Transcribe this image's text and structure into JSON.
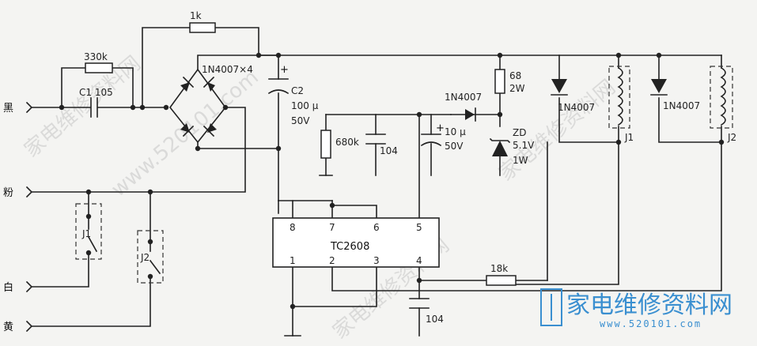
{
  "terminals": [
    "黑",
    "粉",
    "白",
    "黄"
  ],
  "labels": {
    "r_top": "1k",
    "r_330k": "330k",
    "c1": "C1   105",
    "bridge": "1N4007×4",
    "c2": "C2",
    "c2_val": "100 μ",
    "c2_volt": "50V",
    "r_680k": "680k",
    "c_104a": "104",
    "d_small": "1N4007",
    "c_10u": "10 μ",
    "c_10u_volt": "50V",
    "r_68": "68",
    "r_68_w": "2W",
    "zd": "ZD",
    "zd_v": "5.1V",
    "zd_w": "1W",
    "d_j1": "1N4007",
    "j1": "J1",
    "d_j2": "1N4007",
    "j2": "J2",
    "sw_j1": "J1",
    "sw_j2": "J2",
    "ic": "TC2608",
    "pins_top": [
      "8",
      "7",
      "6",
      "5"
    ],
    "pins_bottom": [
      "1",
      "2",
      "3",
      "4"
    ],
    "r_18k": "18k",
    "c_104b": "104"
  },
  "watermark": {
    "main": "家电维修资料网",
    "sub": "www.520101.com",
    "diag1": "家电维修资料网",
    "diag2": "www.520101.com"
  }
}
